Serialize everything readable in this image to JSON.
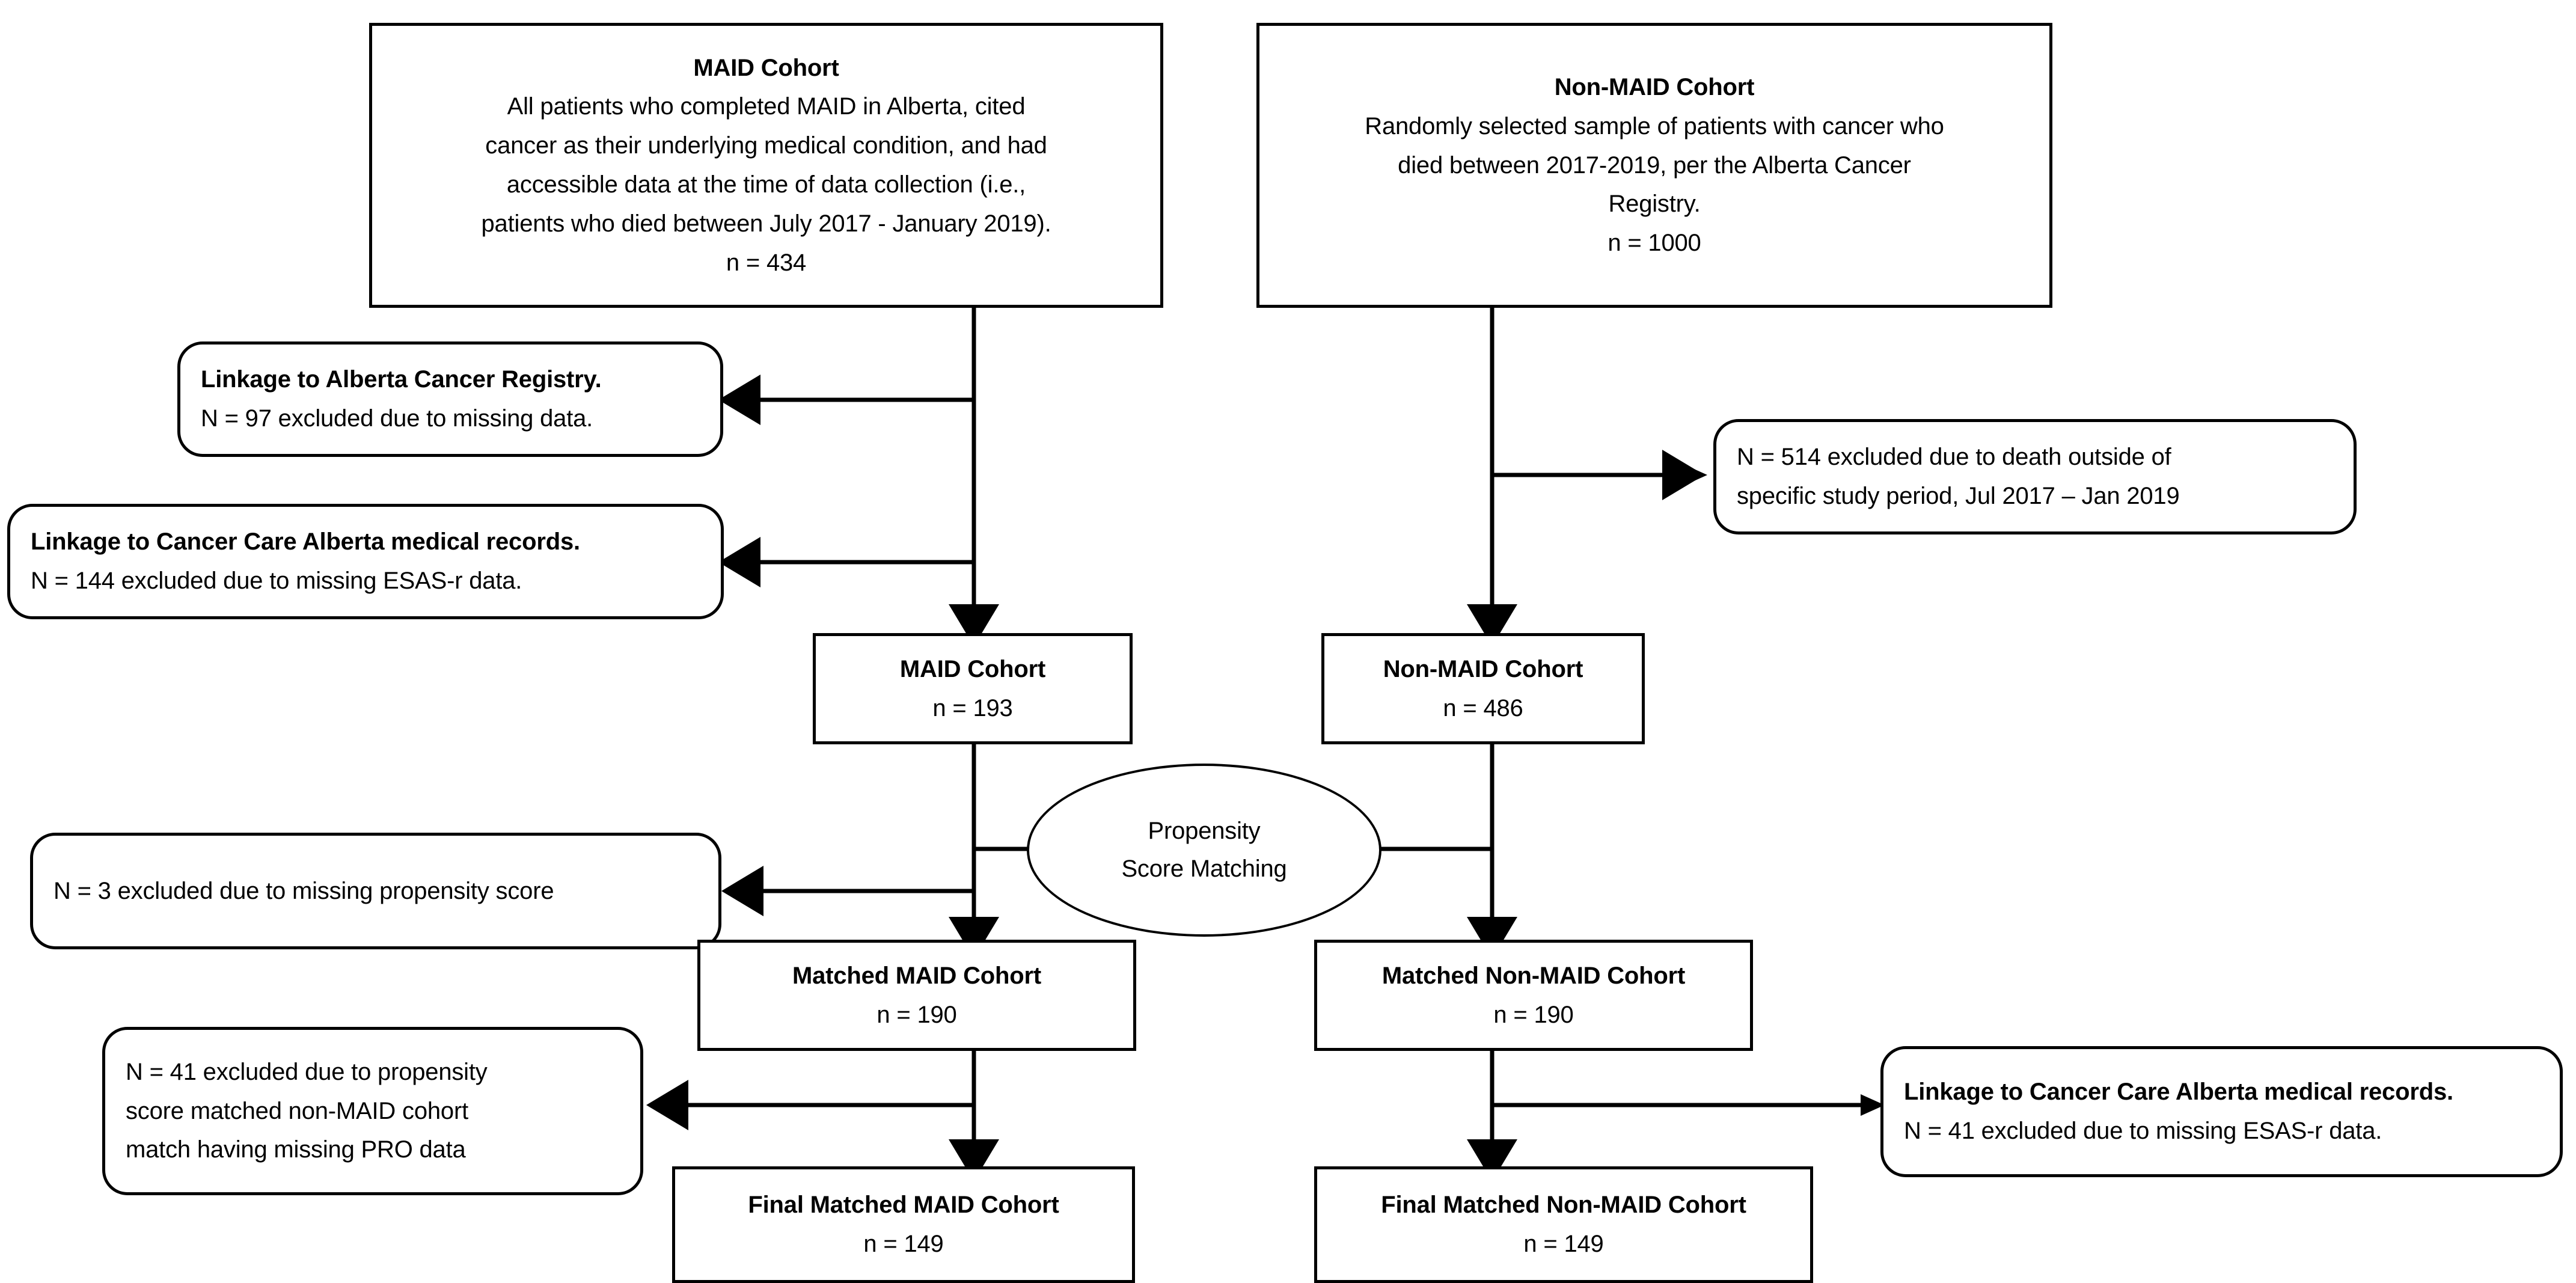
{
  "diagram": {
    "title": "Study cohort selection flow diagram",
    "stroke_color": "#000000",
    "fill_color": "#ffffff",
    "nodes": {
      "maid_source": {
        "lines": [
          "MAID Cohort",
          "All patients who completed MAID in Alberta, cited",
          "cancer as their underlying medical condition, and had",
          "accessible data at the time of data collection (i.e.,",
          "patients who died between July 2017 - January 2019).",
          "n = 434"
        ]
      },
      "nonmaid_source": {
        "lines": [
          "Non-MAID Cohort",
          "Randomly selected sample of patients with cancer who",
          "died between 2017-2019, per the Alberta Cancer",
          "Registry.",
          "n = 1000"
        ]
      },
      "exclusion_registry": {
        "lines": [
          "Linkage to Alberta Cancer Registry.",
          "N = 97 excluded due to missing data."
        ]
      },
      "exclusion_records": {
        "lines": [
          "Linkage to Cancer Care Alberta medical records.",
          "N = 144 excluded due to missing ESAS-r data."
        ]
      },
      "exclusion_period": {
        "lines": [
          "N = 514 excluded due to death outside of",
          "specific study period, Jul 2017 – Jan 2019"
        ]
      },
      "maid_linked": {
        "lines": [
          "MAID Cohort",
          "n = 193"
        ]
      },
      "nonmaid_linked": {
        "lines": [
          "Non-MAID Cohort",
          "n = 486"
        ]
      },
      "propensity": {
        "lines": [
          "Propensity",
          "Score Matching"
        ]
      },
      "exclusion_propensity": {
        "lines": [
          "N = 3 excluded due to missing propensity score"
        ]
      },
      "maid_matched": {
        "lines": [
          "Matched MAID Cohort",
          "n = 190"
        ]
      },
      "nonmaid_matched": {
        "lines": [
          "Matched Non-MAID Cohort",
          "n = 190"
        ]
      },
      "exclusion_pro": {
        "lines": [
          "N = 41 excluded due to propensity",
          "score matched non-MAID cohort",
          "match having missing PRO data"
        ]
      },
      "exclusion_esas_final": {
        "lines": [
          "Linkage to Cancer Care Alberta medical records.",
          "N = 41 excluded due to missing ESAS-r data."
        ]
      },
      "maid_final": {
        "lines": [
          "Final Matched MAID Cohort",
          "n = 149"
        ]
      },
      "nonmaid_final": {
        "lines": [
          "Final Matched Non-MAID Cohort",
          "n = 149"
        ]
      }
    }
  },
  "chart_data": {
    "type": "flowchart",
    "title": "Study cohort selection flow diagram",
    "arms": [
      {
        "name": "MAID",
        "steps": [
          {
            "label": "MAID Cohort",
            "n": 434
          },
          {
            "label": "MAID Cohort",
            "n": 193
          },
          {
            "label": "Matched MAID Cohort",
            "n": 190
          },
          {
            "label": "Final Matched MAID Cohort",
            "n": 149
          }
        ],
        "exclusions": [
          {
            "reason": "Linkage to Alberta Cancer Registry. Missing data.",
            "n": 97
          },
          {
            "reason": "Linkage to Cancer Care Alberta medical records. Missing ESAS-r data.",
            "n": 144
          },
          {
            "reason": "Missing propensity score",
            "n": 3
          },
          {
            "reason": "Propensity score matched non-MAID cohort match having missing PRO data",
            "n": 41
          }
        ]
      },
      {
        "name": "Non-MAID",
        "steps": [
          {
            "label": "Non-MAID Cohort",
            "n": 1000
          },
          {
            "label": "Non-MAID Cohort",
            "n": 486
          },
          {
            "label": "Matched Non-MAID Cohort",
            "n": 190
          },
          {
            "label": "Final Matched Non-MAID Cohort",
            "n": 149
          }
        ],
        "exclusions": [
          {
            "reason": "Death outside of specific study period, Jul 2017 – Jan 2019",
            "n": 514
          },
          {
            "reason": "Linkage to Cancer Care Alberta medical records. Missing ESAS-r data.",
            "n": 41
          }
        ]
      }
    ],
    "process_nodes": [
      "Propensity Score Matching"
    ]
  }
}
